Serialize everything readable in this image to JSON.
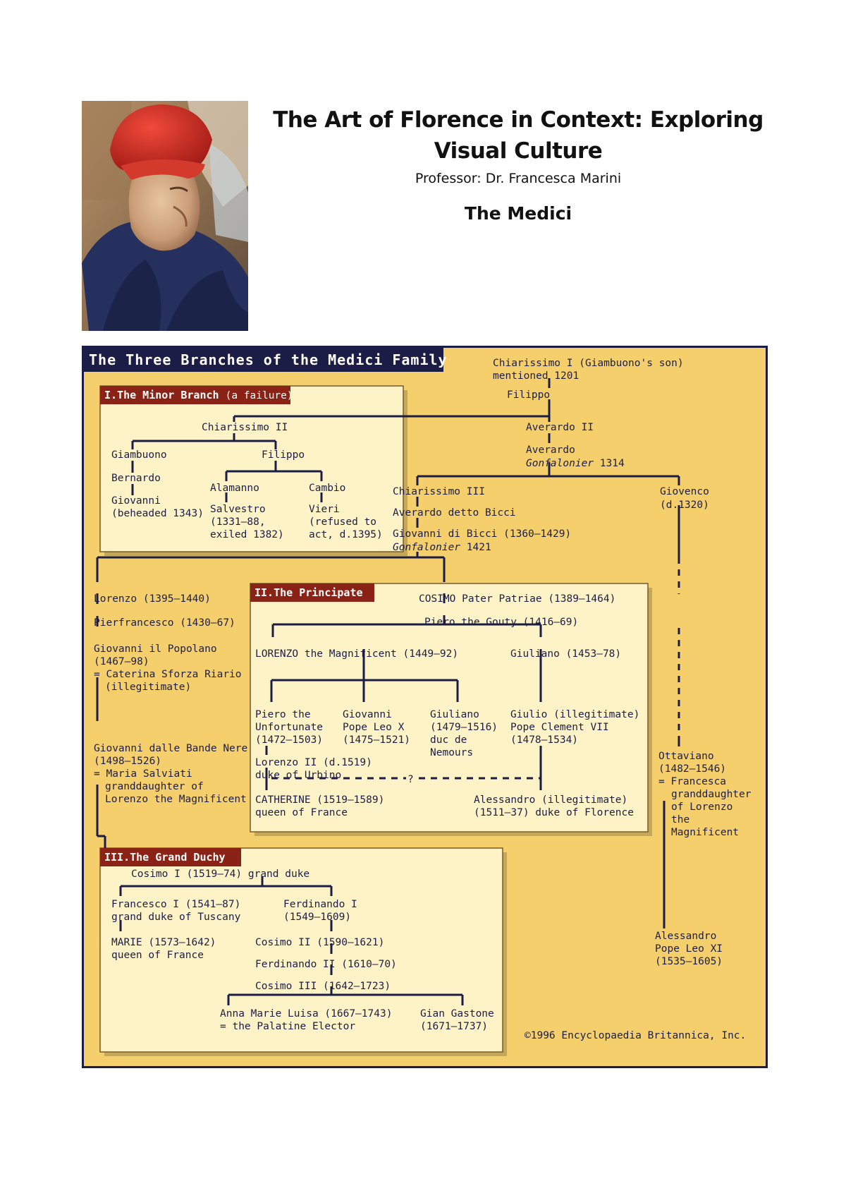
{
  "header": {
    "title": "The Art of Florence in Context: Exploring Visual Culture",
    "professor": "Professor: Dr. Francesca Marini",
    "section": "The Medici"
  },
  "colors": {
    "chart_background": "#f5cf6b",
    "box_background": "#fdf3c6",
    "banner": "#1b1d47",
    "tab": "#8a2315",
    "ink": "#1b1d47"
  },
  "chart": {
    "banner": "The Three Branches of the Medici Family",
    "branch1": {
      "title": "I.The Minor Branch",
      "note": "(a failure)"
    },
    "branch2": {
      "title": "II.The Principate"
    },
    "branch3": {
      "title": "III.The Grand Duchy"
    },
    "copyright": "©1996 Encyclopaedia Britannica, Inc.",
    "question_mark": "?",
    "people": {
      "chiarissimo1_a": "Chiarissimo I (Giambuono's son)",
      "chiarissimo1_b": "mentioned 1201",
      "filippo_top": "Filippo",
      "averardo2": "Averardo II",
      "averardo_a": "Averardo",
      "averardo_b1": "Gonfalonier",
      "averardo_b2": " 1314",
      "chiarissimo3": "Chiarissimo III",
      "averardo_bicci": "Averardo detto Bicci",
      "giovanni_bicci_a": "Giovanni di Bicci (1360–1429)",
      "giovanni_bicci_b1": "Gonfalonier",
      "giovanni_bicci_b2": " 1421",
      "giovenco_a": "Giovenco",
      "giovenco_b": "(d.1320)",
      "chiarissimo2": "Chiarissimo II",
      "giambuono": "Giambuono",
      "filippo_minor": "Filippo",
      "bernardo": "Bernardo",
      "giovanni_minor_a": "Giovanni",
      "giovanni_minor_b": "(beheaded 1343)",
      "alamanno": "Alamanno",
      "salvestro_a": "Salvestro",
      "salvestro_b": "(1331–88,",
      "salvestro_c": "exiled 1382)",
      "cambio": "Cambio",
      "vieri_a": "Vieri",
      "vieri_b": "(refused to",
      "vieri_c": "act, d.1395)",
      "lorenzo_1395": "Lorenzo (1395–1440)",
      "pierfrancesco": "Pierfrancesco (1430–67)",
      "giovanni_popolano_a": "Giovanni il Popolano",
      "giovanni_popolano_b": "(1467–98)",
      "giovanni_popolano_c": "= Caterina Sforza Riario",
      "giovanni_popolano_d": "(illegitimate)",
      "bande_nere_a": "Giovanni dalle Bande Nere",
      "bande_nere_b": "(1498–1526)",
      "bande_nere_c": "= Maria Salviati",
      "bande_nere_d": "granddaughter of",
      "bande_nere_e": "Lorenzo the Magnificent",
      "cosimo_pater": "COSIMO Pater Patriae (1389–1464)",
      "piero_gouty": "Piero the Gouty (1416–69)",
      "lorenzo_magnificent": "LORENZO the Magnificent (1449–92)",
      "giuliano_1453": "Giuliano (1453–78)",
      "piero_unfortunate_a": "Piero the",
      "piero_unfortunate_b": "Unfortunate",
      "piero_unfortunate_c": "(1472–1503)",
      "giovanni_leo_a": "Giovanni",
      "giovanni_leo_b": "Pope Leo X",
      "giovanni_leo_c": "(1475–1521)",
      "giuliano_nemours_a": "Giuliano",
      "giuliano_nemours_b": "(1479–1516)",
      "giuliano_nemours_c": "duc de",
      "giuliano_nemours_d": "Nemours",
      "giulio_a": "Giulio (illegitimate)",
      "giulio_b": "Pope Clement VII",
      "giulio_c": "(1478–1534)",
      "lorenzo2_a": "Lorenzo II (d.1519)",
      "lorenzo2_b": "duke of Urbino",
      "catherine_a": "CATHERINE (1519–1589)",
      "catherine_b": "queen of France",
      "alessandro_ill_a": "Alessandro (illegitimate)",
      "alessandro_ill_b": "(1511–37) duke of Florence",
      "ottaviano_a": "Ottaviano",
      "ottaviano_b": "(1482–1546)",
      "ottaviano_c": "= Francesca",
      "ottaviano_d": "granddaughter",
      "ottaviano_e": "of Lorenzo",
      "ottaviano_f": "the",
      "ottaviano_g": "Magnificent",
      "alessandro_leo_a": "Alessandro",
      "alessandro_leo_b": "Pope Leo XI",
      "alessandro_leo_c": "(1535–1605)",
      "cosimo1": "Cosimo I (1519–74) grand duke",
      "francesco1_a": "Francesco I (1541–87)",
      "francesco1_b": "grand duke of Tuscany",
      "marie_a": "MARIE (1573–1642)",
      "marie_b": "queen of France",
      "ferdinando1_a": "Ferdinando I",
      "ferdinando1_b": "(1549–1609)",
      "cosimo2": "Cosimo II (1590–1621)",
      "ferdinando2": "Ferdinando II (1610–70)",
      "cosimo3": "Cosimo III (1642–1723)",
      "anna_a": "Anna Marie Luisa (1667–1743)",
      "anna_b": "= the Palatine Elector",
      "gian_a": "Gian Gastone",
      "gian_b": "(1671–1737)"
    }
  }
}
